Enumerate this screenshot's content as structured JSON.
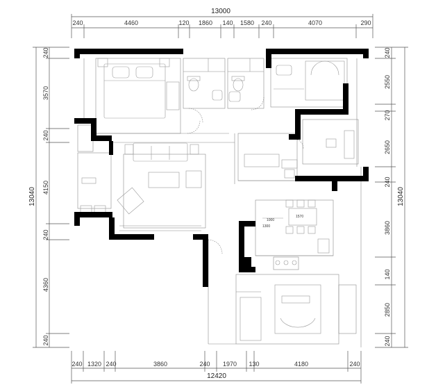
{
  "dimensions": {
    "top_total": "13000",
    "top_segments": [
      "240",
      "4460",
      "120",
      "1860",
      "140",
      "1580",
      "240",
      "4070",
      "290"
    ],
    "bottom_total": "12420",
    "bottom_segments": [
      "240",
      "1320",
      "240",
      "3860",
      "240",
      "1970",
      "130",
      "4180",
      "240"
    ],
    "left_total": "13040",
    "left_segments": [
      "240",
      "3570",
      "240",
      "4150",
      "240",
      "4360",
      "240"
    ],
    "right_total": "13040",
    "right_segments": [
      "240",
      "2550",
      "270",
      "2650",
      "240",
      "3860",
      "140",
      "2850",
      "240"
    ]
  },
  "table_labels": [
    "1000",
    "1300",
    "1570"
  ],
  "colors": {
    "wall": "#000000",
    "line": "#8a8a8a",
    "text": "#333333"
  }
}
